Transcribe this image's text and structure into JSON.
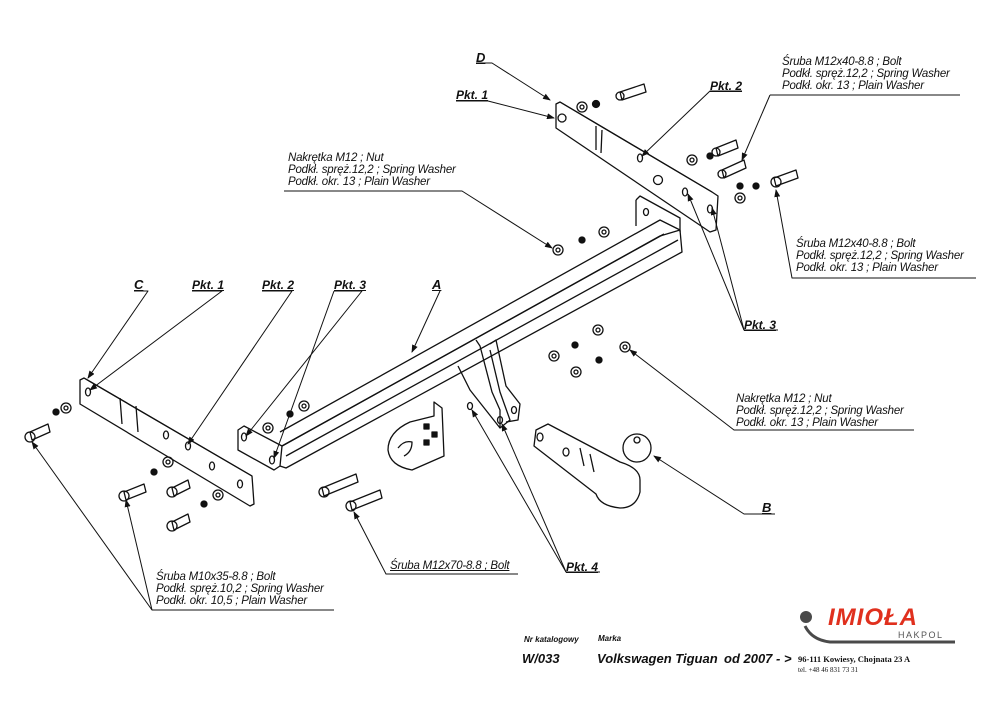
{
  "parts": {
    "A": "A",
    "B": "B",
    "C": "C",
    "D": "D"
  },
  "points": {
    "pkt1_top": "Pkt. 1",
    "pkt2_top": "Pkt. 2",
    "pkt3_right": "Pkt. 3",
    "pkt1_left": "Pkt. 1",
    "pkt2_left": "Pkt. 2",
    "pkt3_left": "Pkt. 3",
    "pkt4": "Pkt. 4"
  },
  "callouts": {
    "bolt_top_right": [
      "Śruba M12x40-8.8 ;  Bolt",
      "Podkł. spręż.12,2 ; Spring Washer",
      "Podkł. okr. 13 ; Plain Washer"
    ],
    "nut_top": [
      "Nakrętka  M12 ; Nut",
      "Podkł. spręż.12,2 ; Spring Washer",
      "Podkł. okr. 13 ; Plain Washer"
    ],
    "bolt_mid_right": [
      "Śruba M12x40-8.8 ;  Bolt",
      "Podkł. spręż.12,2 ; Spring Washer",
      "Podkł. okr. 13 ; Plain Washer"
    ],
    "nut_right": [
      "Nakrętka  M12 ; Nut",
      "Podkł. spręż.12,2 ; Spring Washer",
      "Podkł. okr. 13 ; Plain Washer"
    ],
    "bolt_bottom_left": [
      "Śruba M10x35-8.8 ;  Bolt",
      "Podkł. spręż.10,2 ; Spring Washer",
      "Podkł. okr. 10,5 ; Plain Washer"
    ],
    "bolt_bottom_mid": "Śruba M12x70-8.8 ;  Bolt"
  },
  "title_block": {
    "catalog_label": "Nr katalogowy",
    "catalog_value": "W/033",
    "brand_label": "Marka",
    "brand_value": "Volkswagen Tiguan",
    "year": "od 2007 - >",
    "logo_name": "IMIOŁA",
    "logo_sub": "HAKPOL",
    "address": "96-111 Kowiesy, Chojnata 23 A",
    "phone": "tel. +48 46 831 73 31"
  },
  "colors": {
    "logo_red": "#e0301e",
    "logo_gray": "#4a4a4a",
    "line": "#111111"
  }
}
